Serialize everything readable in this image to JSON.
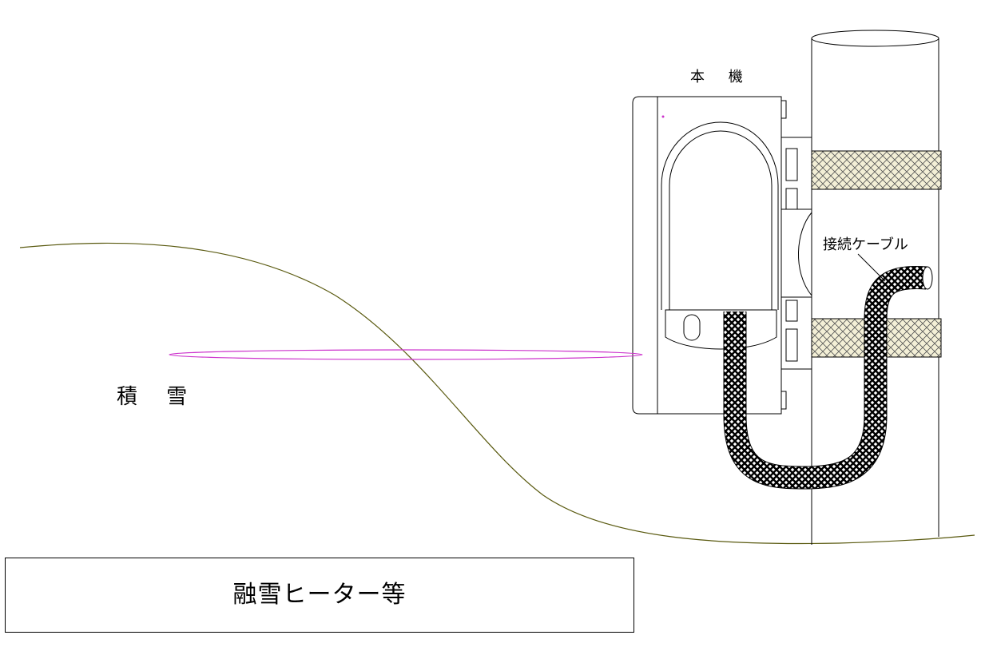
{
  "labels": {
    "unit": "本 機",
    "cable": "接続ケーブル",
    "snow": "積 雪",
    "heater": "融雪ヒーター等"
  },
  "colors": {
    "line": "#000000",
    "snow_line": "#5a5a10",
    "sensor_beam": "#cc33cc",
    "band_fill": "#f3efd6"
  }
}
